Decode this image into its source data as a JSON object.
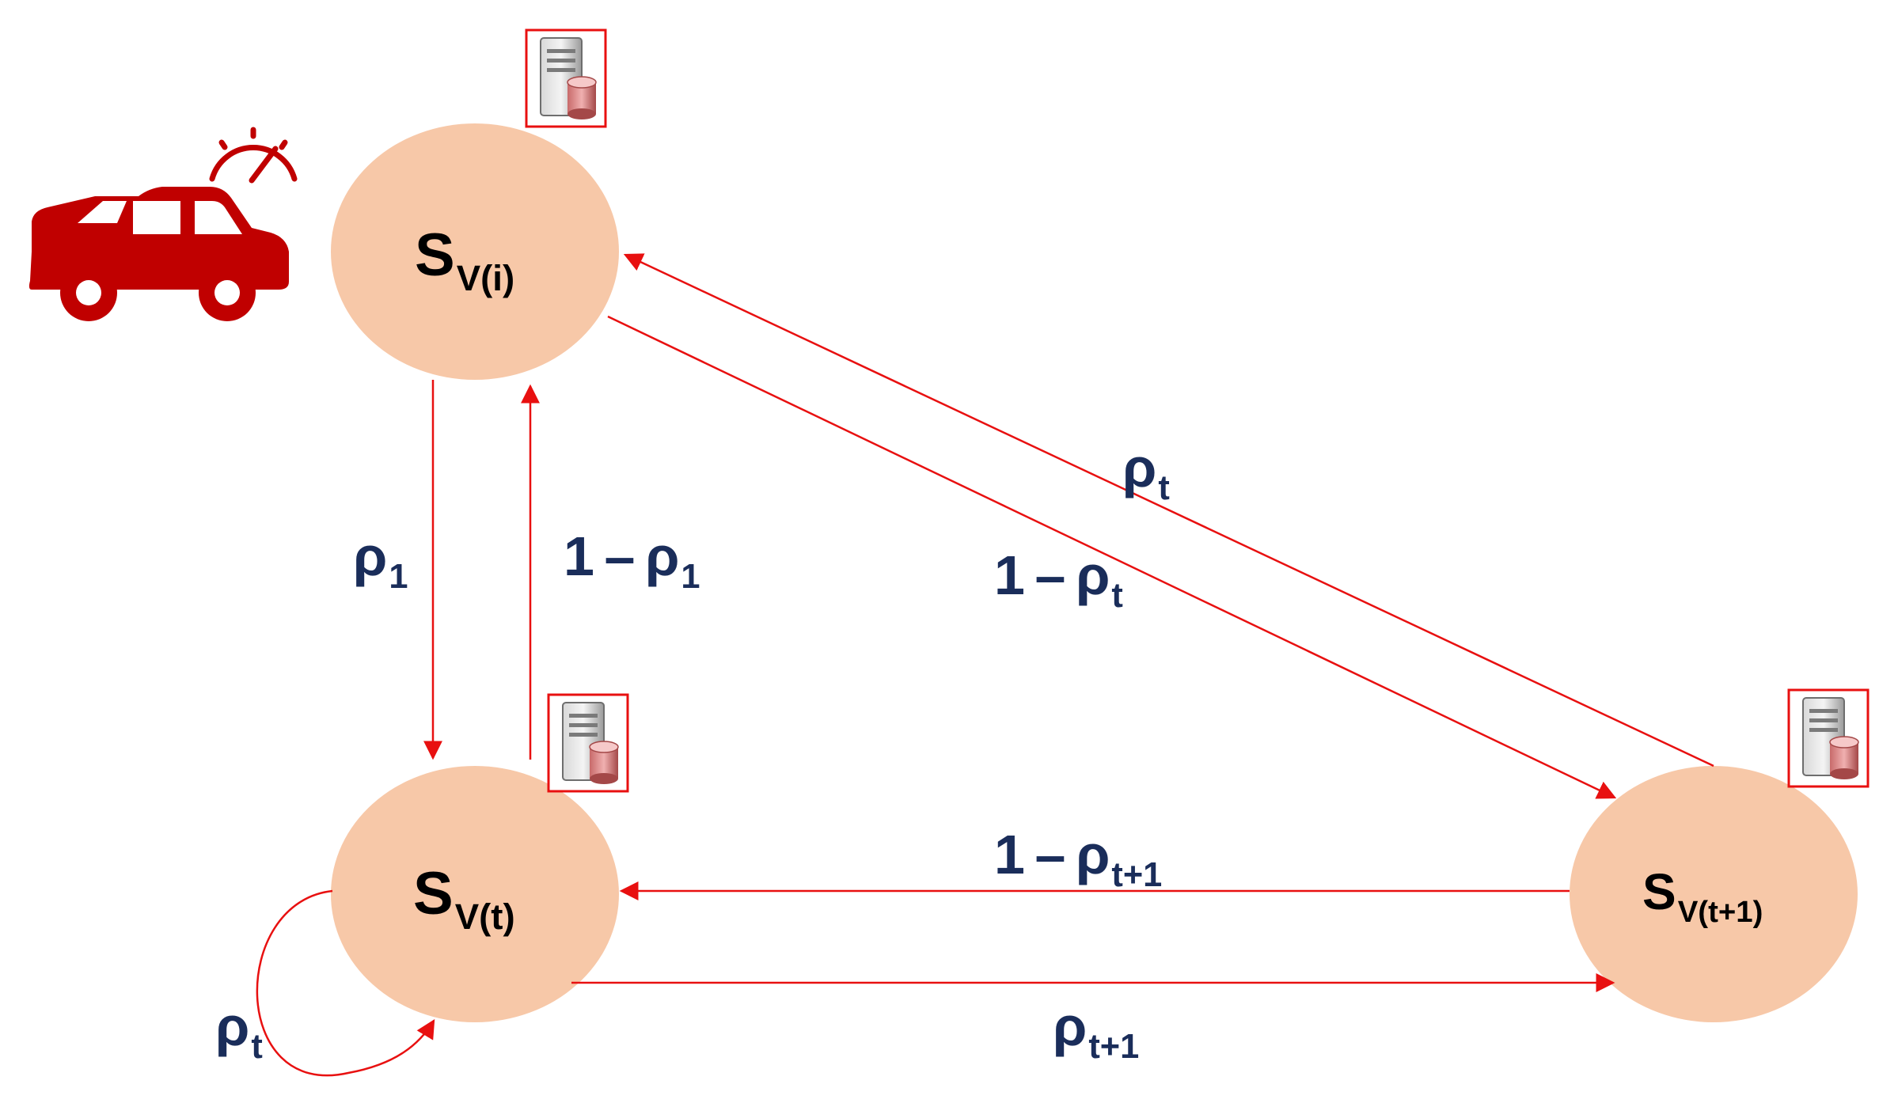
{
  "states": {
    "si": {
      "symbol": "S",
      "subscript": "V(i)"
    },
    "st": {
      "symbol": "S",
      "subscript": "V(t)"
    },
    "st1": {
      "symbol": "S",
      "subscript": "V(t+1)"
    }
  },
  "edges": {
    "si_to_st": {
      "prefix": "",
      "symbol": "ρ",
      "subscript": "1"
    },
    "st_to_si": {
      "prefix": "1",
      "op": "–",
      "symbol": "ρ",
      "subscript": "1"
    },
    "st1_to_si": {
      "prefix": "",
      "symbol": "ρ",
      "subscript": "t"
    },
    "si_to_st1": {
      "prefix": "1",
      "op": "–",
      "symbol": "ρ",
      "subscript": "t"
    },
    "st1_to_st": {
      "prefix": "1",
      "op": "–",
      "symbol": "ρ",
      "subscript": "t+1"
    },
    "st_to_st1": {
      "prefix": "",
      "symbol": "ρ",
      "subscript": "t+1"
    },
    "st_self": {
      "prefix": "",
      "symbol": "ρ",
      "subscript": "t"
    }
  },
  "colors": {
    "node_fill": "#f7c8a8",
    "arrow": "#e81010",
    "label": "#1a2d5a",
    "car": "#c00000"
  },
  "icons": [
    "car-icon",
    "speedometer-icon",
    "server-database-icon"
  ]
}
